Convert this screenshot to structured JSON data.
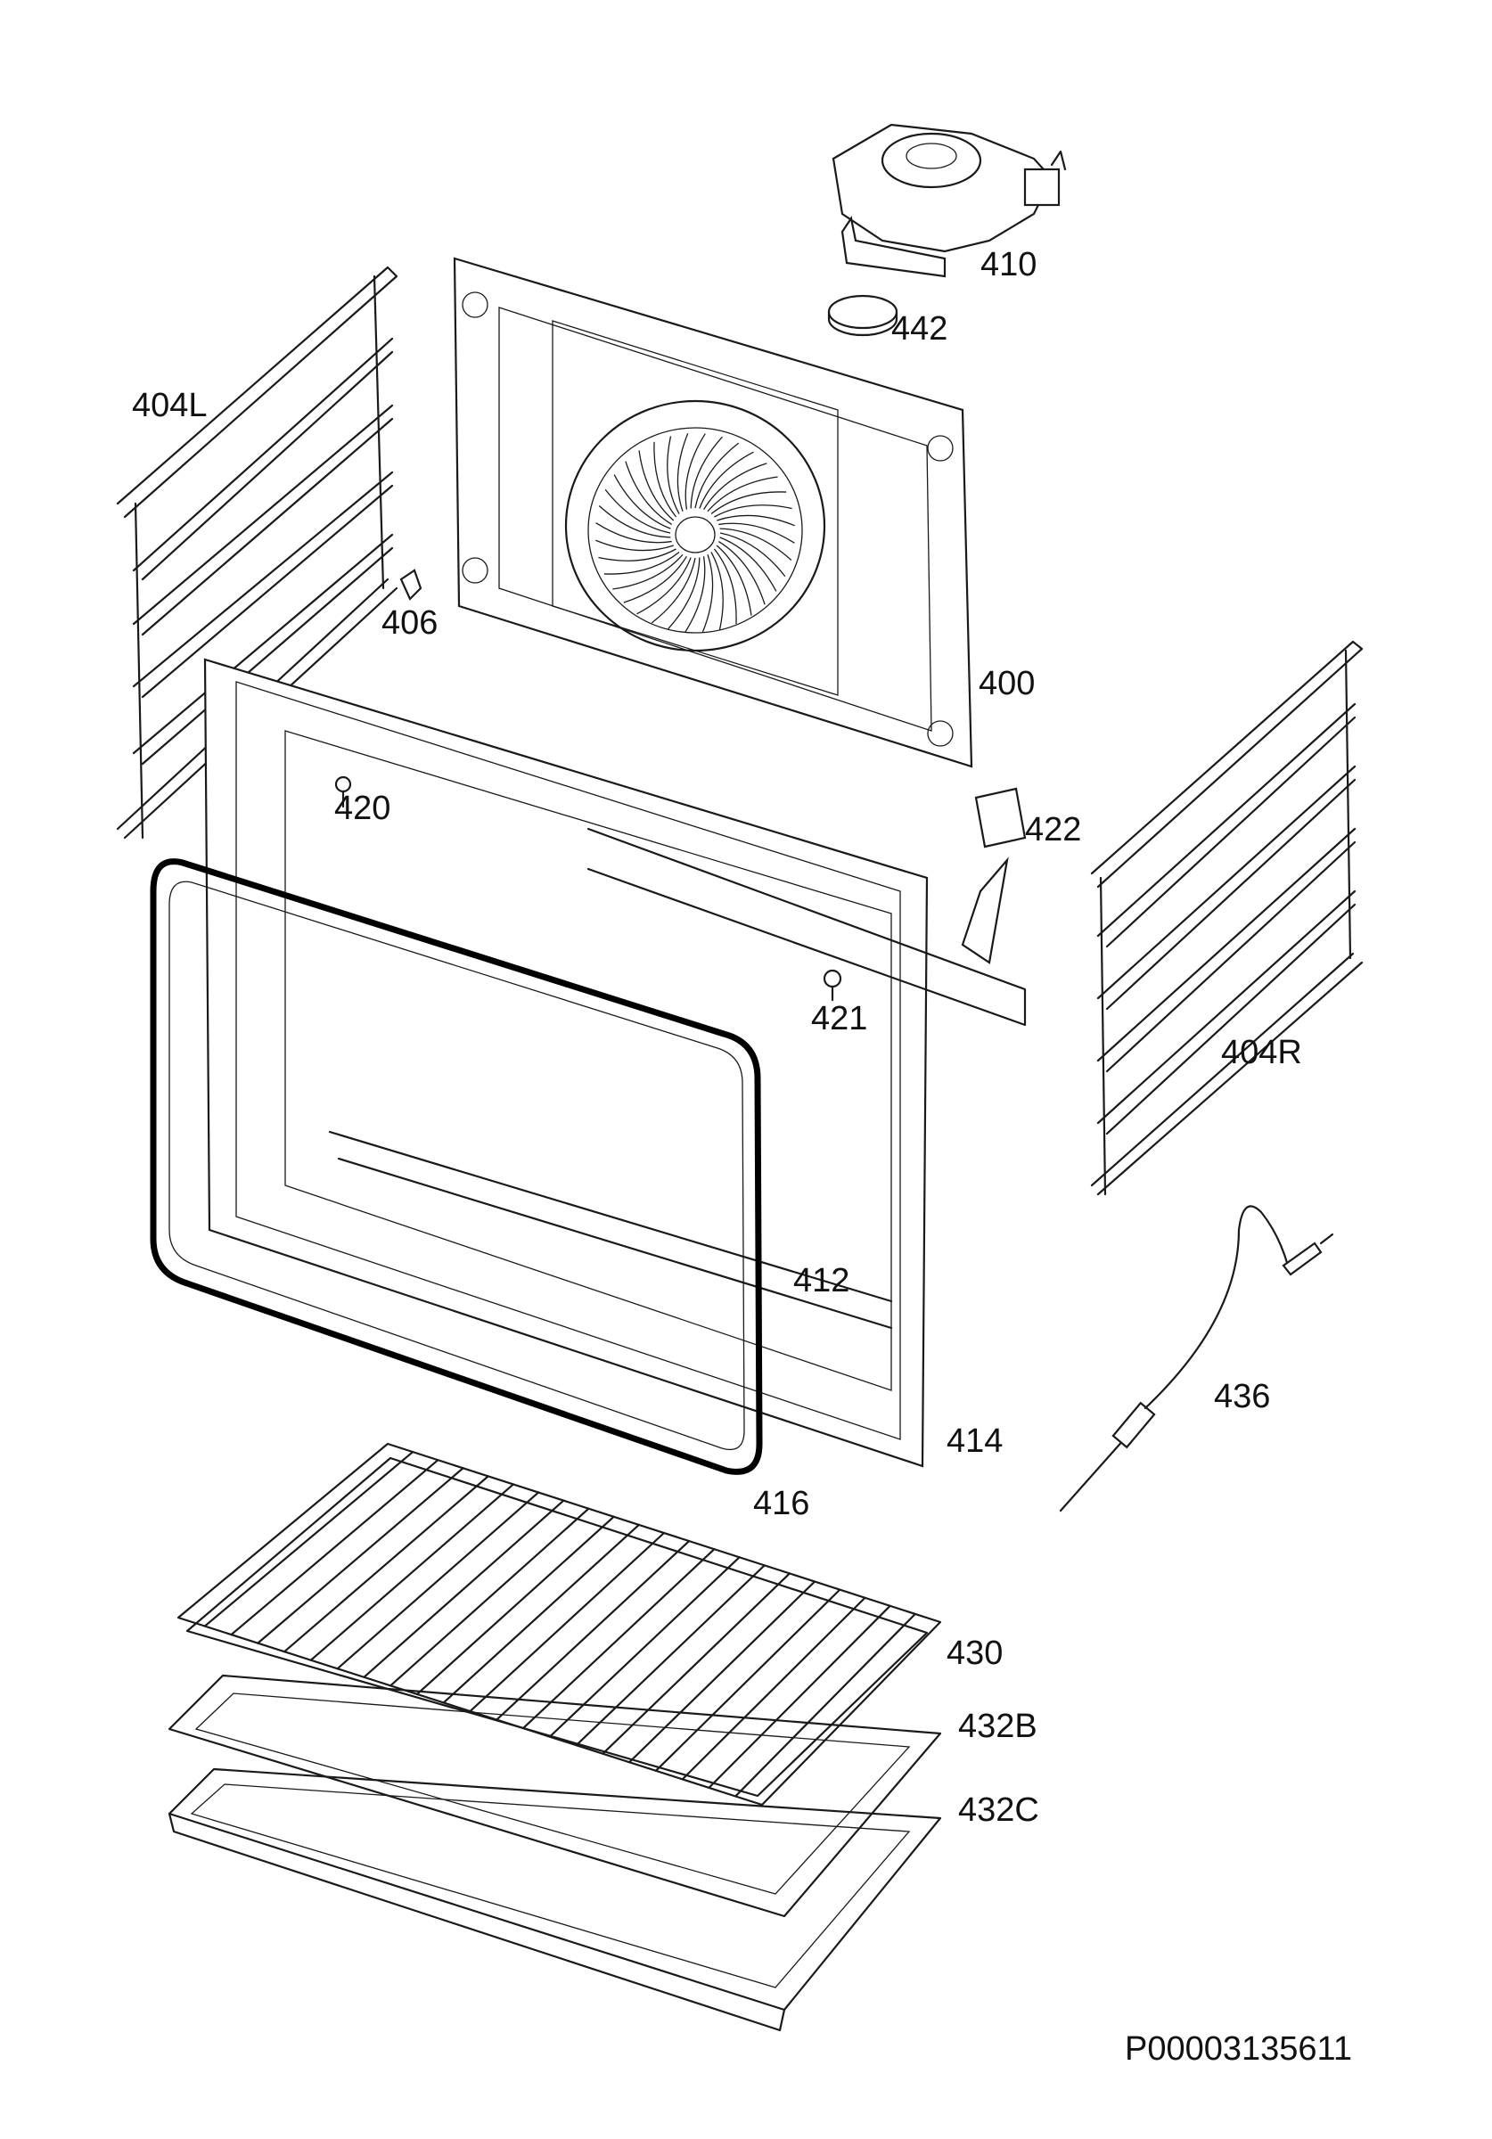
{
  "diagram_code": "P00003135611",
  "parts": [
    {
      "id": "410",
      "label": "410"
    },
    {
      "id": "442",
      "label": "442"
    },
    {
      "id": "404L",
      "label": "404L"
    },
    {
      "id": "406",
      "label": "406"
    },
    {
      "id": "400",
      "label": "400"
    },
    {
      "id": "420",
      "label": "420"
    },
    {
      "id": "422",
      "label": "422"
    },
    {
      "id": "421",
      "label": "421"
    },
    {
      "id": "404R",
      "label": "404R"
    },
    {
      "id": "412",
      "label": "412"
    },
    {
      "id": "436",
      "label": "436"
    },
    {
      "id": "414",
      "label": "414"
    },
    {
      "id": "416",
      "label": "416"
    },
    {
      "id": "430",
      "label": "430"
    },
    {
      "id": "432B",
      "label": "432B"
    },
    {
      "id": "432C",
      "label": "432C"
    }
  ]
}
